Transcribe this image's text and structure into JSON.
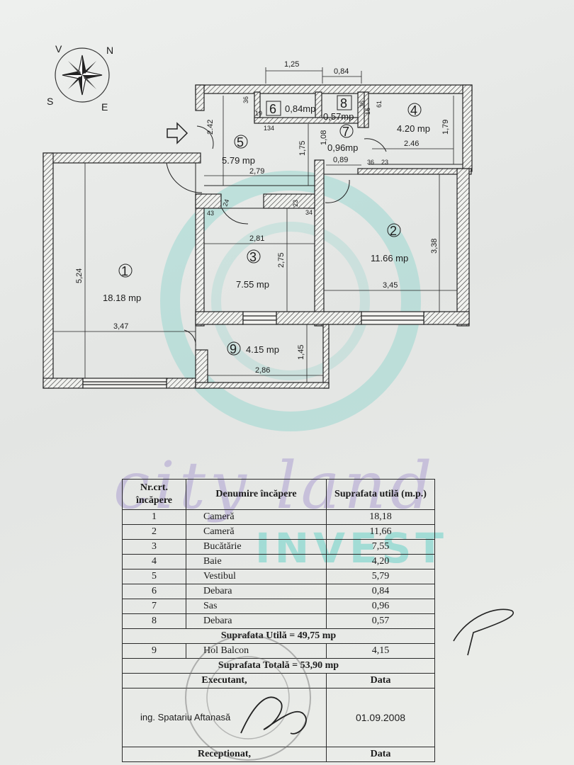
{
  "plan": {
    "compass": {
      "N": "N",
      "E": "E",
      "S": "S",
      "V": "V"
    },
    "rooms": [
      {
        "id": "1",
        "area": "18.18 mp"
      },
      {
        "id": "2",
        "area": "11.66 mp"
      },
      {
        "id": "3",
        "area": "7.55 mp"
      },
      {
        "id": "4",
        "area": "4.20 mp"
      },
      {
        "id": "5",
        "area": "5.79 mp"
      },
      {
        "id": "6",
        "area": "0,84mp"
      },
      {
        "id": "7",
        "area": "0,96mp"
      },
      {
        "id": "8",
        "area": "0,57mp"
      },
      {
        "id": "9",
        "area": "4.15 mp"
      }
    ],
    "dimensions": {
      "d_1_25": "1,25",
      "d_0_84": "0,84",
      "d_2_42": "2.42",
      "d_134": "134",
      "d_1_08": "1,08",
      "d_1_75": "1,75",
      "d_2_79": "2,79",
      "d_0_89": "0,89",
      "d_2_46": "2.46",
      "d_1_79": "1,79",
      "d_36a": "36",
      "d_23a": "23",
      "d_36b": "36",
      "d_19": "19",
      "d_16": "16",
      "d_61": "61",
      "d_36c": "36",
      "d_43": "43",
      "d_24": "24",
      "d_23b": "23",
      "d_34": "34",
      "d_2_81": "2,81",
      "d_2_75": "2,75",
      "d_3_38": "3,38",
      "d_3_45": "3,45",
      "d_5_24": "5,24",
      "d_3_47": "3,47",
      "d_1_45": "1,45",
      "d_2_86": "2,86"
    }
  },
  "table": {
    "head_nr": "Nr.crt. încăpere",
    "head_name": "Denumire încăpere",
    "head_area": "Suprafata utilă (m.p.)",
    "rows": [
      {
        "nr": "1",
        "name": "Cameră",
        "area": "18,18"
      },
      {
        "nr": "2",
        "name": "Cameră",
        "area": "11,66"
      },
      {
        "nr": "3",
        "name": "Bucătărie",
        "area": "7,55"
      },
      {
        "nr": "4",
        "name": "Baie",
        "area": "4,20"
      },
      {
        "nr": "5",
        "name": "Vestibul",
        "area": "5,79"
      },
      {
        "nr": "6",
        "name": "Debara",
        "area": "0,84"
      },
      {
        "nr": "7",
        "name": "Sas",
        "area": "0,96"
      },
      {
        "nr": "8",
        "name": "Debara",
        "area": "0,57"
      }
    ],
    "total_util": "Suprafata Utilă = 49,75 mp",
    "row9": {
      "nr": "9",
      "name": "Hol Balcon",
      "area": "4,15"
    },
    "total": "Suprafata Totală = 53,90 mp",
    "executant_label": "Executant,",
    "data_label": "Data",
    "executant_name": "ing. Spatariu Aftanasă",
    "date": "01.09.2008",
    "receptionat_label": "Receptionat,",
    "data_label_2": "Data"
  },
  "watermark": {
    "line1": "city land",
    "line2": "INVEST"
  }
}
